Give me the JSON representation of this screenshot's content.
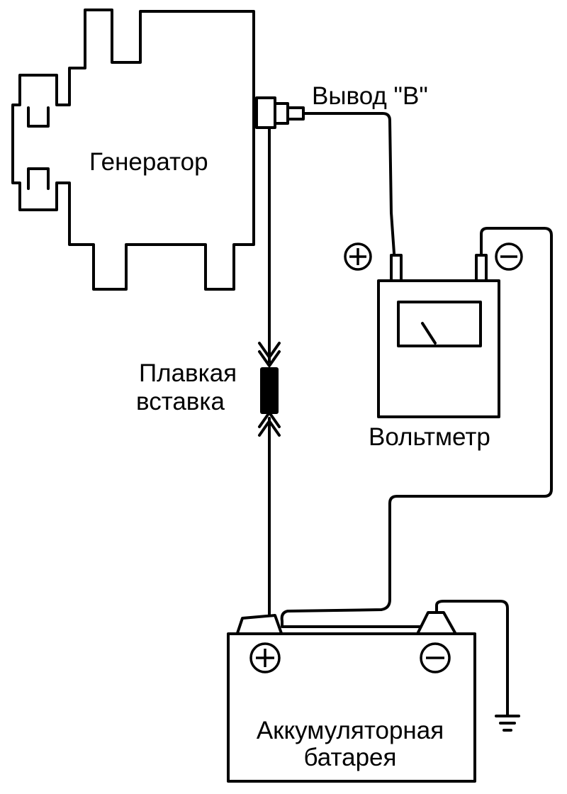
{
  "labels": {
    "generator": "Генератор",
    "terminal_b": "Вывод \"B\"",
    "fuse_line1": "Плавкая",
    "fuse_line2": "вставка",
    "voltmeter": "Вольтметр",
    "battery_line1": "Аккумуляторная",
    "battery_line2": "батарея"
  },
  "colors": {
    "ink": "#000000",
    "paper": "#ffffff"
  }
}
